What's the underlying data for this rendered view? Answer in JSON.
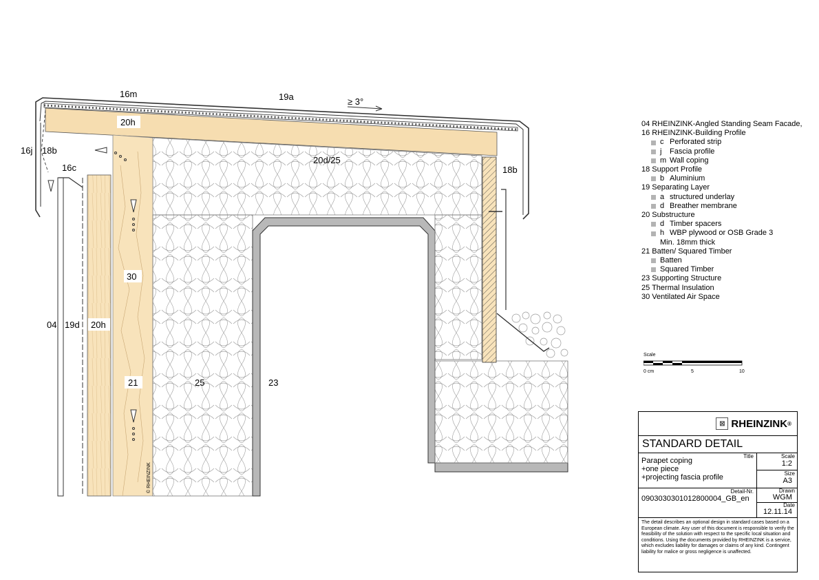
{
  "drawing": {
    "labels": {
      "l16m": "16m",
      "l19a": "19a",
      "slope": "≥ 3°",
      "l20h_top": "20h",
      "l16j": "16j",
      "l18b_left": "18b",
      "l16c": "16c",
      "l20d25": "20d/25",
      "l18b_right": "18b",
      "l30": "30",
      "l04": "04",
      "l19d": "19d",
      "l20h_left": "20h",
      "l21": "21",
      "l25": "25",
      "l23": "23",
      "copyright": "© RHEINZINK"
    }
  },
  "legend": [
    {
      "title": "04 RHEINZINK-Angled Standing Seam Facade,",
      "items": []
    },
    {
      "title": "16 RHEINZINK-Building Profile",
      "items": [
        {
          "code": "c",
          "text": "Perforated strip"
        },
        {
          "code": "j",
          "text": "Fascia profile"
        },
        {
          "code": "m",
          "text": "Wall coping"
        }
      ]
    },
    {
      "title": "18 Support Profile",
      "items": [
        {
          "code": "b",
          "text": "Aluminium"
        }
      ]
    },
    {
      "title": "19 Separating Layer",
      "items": [
        {
          "code": "a",
          "text": "structured underlay"
        },
        {
          "code": "d",
          "text": "Breather membrane"
        }
      ]
    },
    {
      "title": "20 Substructure",
      "items": [
        {
          "code": "d",
          "text": "Timber spacers"
        },
        {
          "code": "h",
          "text": "WBP plywood or OSB Grade 3"
        }
      ],
      "extra": "Min. 18mm thick"
    },
    {
      "title": "21 Batten/ Squared Timber",
      "items": [
        {
          "code": "",
          "text": "Batten"
        },
        {
          "code": "",
          "text": "Squared Timber"
        }
      ]
    },
    {
      "title": "23 Supporting Structure",
      "items": []
    },
    {
      "title": "25 Thermal Insulation",
      "items": []
    },
    {
      "title": "30 Ventilated Air Space",
      "items": []
    }
  ],
  "scale_bar": {
    "title": "Scale",
    "ticks": [
      "0 cm",
      "5",
      "10"
    ]
  },
  "title_block": {
    "brand": "RHEINZINK",
    "brand_mark": "®",
    "heading": "STANDARD DETAIL",
    "title_label": "Title",
    "title_lines": [
      "Parapet coping",
      "+one piece",
      "+projecting fascia profile"
    ],
    "scale_label": "Scale",
    "scale_value": "1:2",
    "size_label": "Size",
    "size_value": "A3",
    "detail_label": "Detail-Nr.",
    "detail_value": "0903030301012800004_GB_en",
    "drawn_label": "Drawn",
    "drawn_value": "WGM",
    "date_label": "Date",
    "date_value": "12.11.14",
    "disclaimer": "The detail describes an optional design in standard cases based on a European climate. Any user of this document is responsible to verify the feasibility of the solution with respect to the specific local situation and conditions. Using the documents provided by RHEINZINK is a service, which excludes liability for damages or claims of any kind. Contingent liability for malice or gross negligence is unaffected."
  }
}
